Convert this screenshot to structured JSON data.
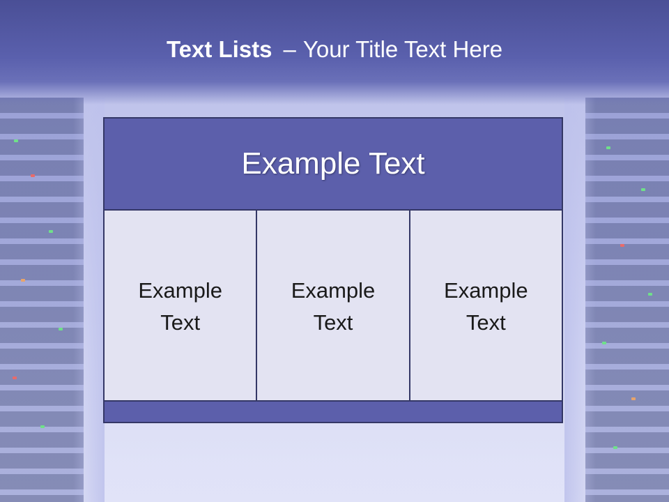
{
  "slide": {
    "title_bold": "Text Lists",
    "title_separator": "–",
    "title_rest": "Your Title Text Here"
  },
  "table": {
    "header": "Example Text",
    "cells": [
      "Example\nText",
      "Example\nText",
      "Example\nText"
    ]
  },
  "colors": {
    "header_fill": "#5c5fab",
    "cell_fill": "#e3e3f2",
    "border": "#343766",
    "title_band": "#4a4f96"
  }
}
